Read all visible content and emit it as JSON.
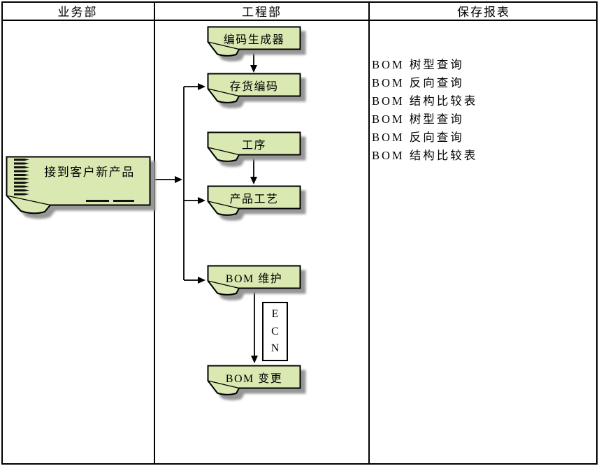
{
  "diagram": {
    "columns": [
      {
        "id": "business",
        "header": "业务部"
      },
      {
        "id": "engineering",
        "header": "工程部"
      },
      {
        "id": "reports",
        "header": "保存报表"
      }
    ],
    "nodes": [
      {
        "id": "receive-customer-new-product",
        "label": "接到客户新产品",
        "column": "business",
        "shape": "spiral-bound-note"
      },
      {
        "id": "code-generator",
        "label": "编码生成器",
        "column": "engineering",
        "shape": "folded-note"
      },
      {
        "id": "inventory-code",
        "label": "存货编码",
        "column": "engineering",
        "shape": "folded-note"
      },
      {
        "id": "process-step",
        "label": "工序",
        "column": "engineering",
        "shape": "folded-note"
      },
      {
        "id": "product-craft",
        "label": "产品工艺",
        "column": "engineering",
        "shape": "folded-note"
      },
      {
        "id": "bom-maintenance",
        "label": "BOM 维护",
        "column": "engineering",
        "shape": "folded-note"
      },
      {
        "id": "bom-change",
        "label": "BOM 变更",
        "column": "engineering",
        "shape": "folded-note"
      }
    ],
    "edges": [
      {
        "from": "receive-customer-new-product",
        "to": "inventory-code"
      },
      {
        "from": "receive-customer-new-product",
        "to": "product-craft"
      },
      {
        "from": "receive-customer-new-product",
        "to": "bom-maintenance"
      },
      {
        "from": "code-generator",
        "to": "inventory-code"
      },
      {
        "from": "process-step",
        "to": "product-craft"
      },
      {
        "from": "bom-maintenance",
        "to": "bom-change",
        "label": "ECN"
      }
    ],
    "ecn_letters": [
      "E",
      "C",
      "N"
    ],
    "reports_list": [
      "BOM 树型查询",
      "BOM 反向查询",
      "BOM 结构比较表",
      "BOM 树型查询",
      "BOM 反向查询",
      "BOM 结构比较表"
    ]
  },
  "colors": {
    "node_fill": "#d9e9b1",
    "node_border": "#000000",
    "shadow": "#979797",
    "line": "#000000",
    "table_border": "#000000",
    "ecn_fill": "#ffffff",
    "text": "#000000"
  }
}
